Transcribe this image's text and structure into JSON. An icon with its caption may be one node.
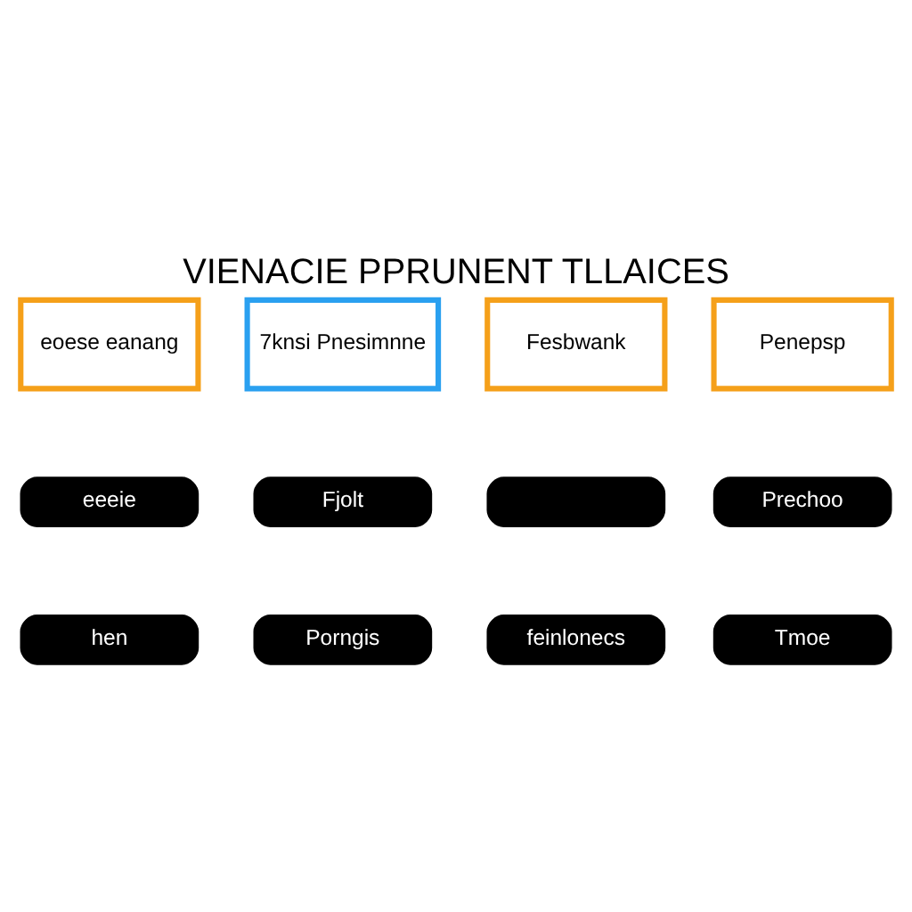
{
  "diagram": {
    "title": "VIENACIE PPRUNENT TLLAICES",
    "nodes": [
      {
        "text": [
          "eoese eanang"
        ]
      },
      {
        "text": [
          "7knsi Pnesimnne"
        ]
      },
      {
        "text": [
          "Fesbwank"
        ]
      },
      {
        "text": [
          "Penepsp"
        ]
      },
      {
        "text": [
          "eeeie"
        ]
      },
      {
        "text": [
          "Fjolt"
        ]
      },
      {
        "text": [],
        "shape": "box"
      },
      {
        "text": [
          "Prechoo"
        ]
      },
      {
        "text": [
          "hen"
        ]
      },
      {
        "text": [
          "Porngis"
        ]
      },
      {
        "text": [
          "feinlonecs"
        ]
      },
      {
        "text": [
          "Tmoe"
        ]
      }
    ]
  }
}
